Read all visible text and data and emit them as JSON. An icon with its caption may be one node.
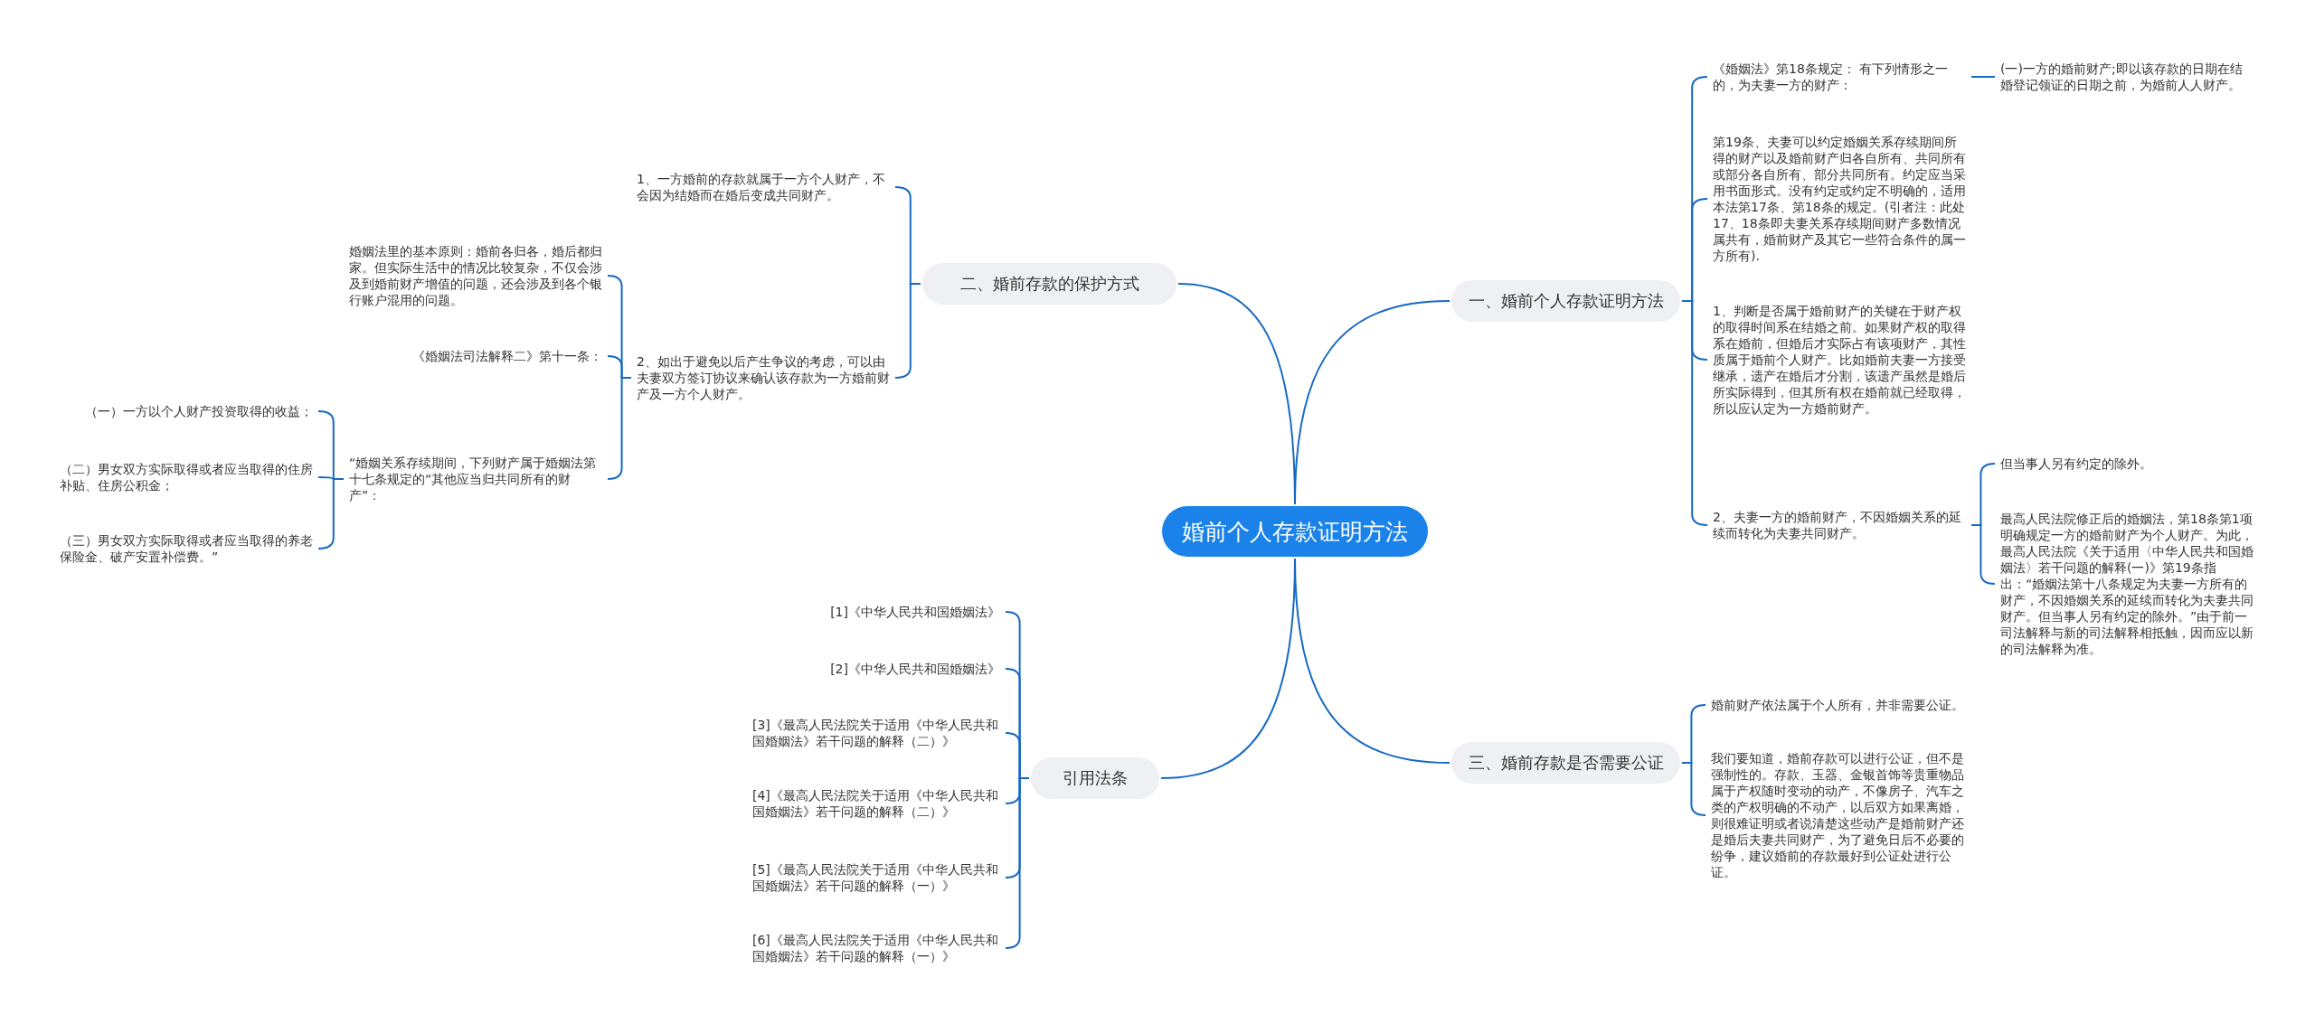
{
  "diagram": {
    "nodes": [
      {
        "text": [
          "婚前个人存款证明方法"
        ]
      },
      {
        "text": [
          "一、婚前个人存款证明方法"
        ]
      },
      {
        "text": [
          "二、婚前存款的保护方式"
        ]
      },
      {
        "text": [
          "三、婚前存款是否需要公证"
        ]
      },
      {
        "text": [
          "引用法条"
        ]
      },
      {
        "text": [
          "《婚姻法》第18条规定： 有下列情形之一的，为夫妻一方的财产："
        ]
      },
      {
        "text": [
          "(一)一方的婚前财产;即以该存款的日期在结婚登记领证的日期之前，为婚前人人财产。"
        ]
      },
      {
        "text": [
          "第19条、夫妻可以约定婚姻关系存续期间所得的财产以及婚前财产归各自所有、共同所有或部分各自所有、部分共同所有。约定应当采用书面形式。没有约定或约定不明确的，适用本法第17条、第18条的规定。(引者注：此处17、18条即夫妻关系存续期间财产多数情况属共有，婚前财产及其它一些符合条件的属一方所有)."
        ]
      },
      {
        "text": [
          "1、判断是否属于婚前财产的关键在于财产权的取得时间系在结婚之前。如果财产权的取得系在婚前，但婚后才实际占有该项财产，其性质属于婚前个人财产。比如婚前夫妻一方接受继承，遗产在婚后才分割，该遗产虽然是婚后所实际得到，但其所有权在婚前就已经取得，所以应认定为一方婚前财产。"
        ]
      },
      {
        "text": [
          "2、夫妻一方的婚前财产，不因婚姻关系的延续而转化为夫妻共同财产。"
        ]
      },
      {
        "text": [
          "但当事人另有约定的除外。"
        ]
      },
      {
        "text": [
          "最高人民法院修正后的婚姻法，第18条第1项明确规定一方的婚前财产为个人财产。为此，最高人民法院《关于适用〈中华人民共和国婚姻法〉若干问题的解释(一)》第19条指出：“婚姻法第十八条规定为夫妻一方所有的财产，不因婚姻关系的延续而转化为夫妻共同财产。但当事人另有约定的除外。”由于前一司法解释与新的司法解释相抵触，因而应以新的司法解释为准。"
        ]
      },
      {
        "text": [
          "1、一方婚前的存款就属于一方个人财产，不会因为结婚而在婚后变成共同财产。"
        ]
      },
      {
        "text": [
          "2、如出于避免以后产生争议的考虑，可以由夫妻双方签订协议来确认该存款为一方婚前财产及一方个人财产。"
        ]
      },
      {
        "text": [
          "婚姻法里的基本原则：婚前各归各，婚后都归家。但实际生活中的情况比较复杂，不仅会涉及到婚前财产增值的问题，还会涉及到各个银行账户混用的问题。"
        ]
      },
      {
        "text": [
          "《婚姻法司法解释二》第十一条："
        ]
      },
      {
        "text": [
          "“婚姻关系存续期间，下列财产属于婚姻法第十七条规定的“其他应当归共同所有的财产”："
        ]
      },
      {
        "text": [
          "（一）一方以个人财产投资取得的收益；"
        ]
      },
      {
        "text": [
          "（二）男女双方实际取得或者应当取得的住房补贴、住房公积金；"
        ]
      },
      {
        "text": [
          "（三）男女双方实际取得或者应当取得的养老保险金、破产安置补偿费。”"
        ]
      },
      {
        "text": [
          "婚前财产依法属于个人所有，并非需要公证。"
        ]
      },
      {
        "text": [
          "我们要知道，婚前存款可以进行公证，但不是强制性的。存款、玉器、金银首饰等贵重物品属于产权随时变动的动产，不像房子、汽车之类的产权明确的不动产，以后双方如果离婚，则很难证明或者说清楚这些动产是婚前财产还是婚后夫妻共同财产，为了避免日后不必要的纷争，建议婚前的存款最好到公证处进行公证。"
        ]
      },
      {
        "text": [
          "[1]《中华人民共和国婚姻法》"
        ]
      },
      {
        "text": [
          "[2]《中华人民共和国婚姻法》"
        ]
      },
      {
        "text": [
          "[3]《最高人民法院关于适用《中华人民共和国婚姻法》若干问题的解释（二）》"
        ]
      },
      {
        "text": [
          "[4]《最高人民法院关于适用《中华人民共和国婚姻法》若干问题的解释（二）》"
        ]
      },
      {
        "text": [
          "[5]《最高人民法院关于适用《中华人民共和国婚姻法》若干问题的解释（一）》"
        ]
      },
      {
        "text": [
          "[6]《最高人民法院关于适用《中华人民共和国婚姻法》若干问题的解释（一）》"
        ]
      }
    ],
    "edges": [
      {
        "from": 0,
        "to": 1,
        "arrow": "none"
      },
      {
        "from": 0,
        "to": 2,
        "arrow": "none"
      },
      {
        "from": 0,
        "to": 3,
        "arrow": "none"
      },
      {
        "from": 0,
        "to": 4,
        "arrow": "none"
      },
      {
        "from": 1,
        "to": 5,
        "arrow": "none"
      },
      {
        "from": 5,
        "to": 6,
        "arrow": "none"
      },
      {
        "from": 1,
        "to": 7,
        "arrow": "none"
      },
      {
        "from": 1,
        "to": 8,
        "arrow": "none"
      },
      {
        "from": 1,
        "to": 9,
        "arrow": "none"
      },
      {
        "from": 9,
        "to": 10,
        "arrow": "none"
      },
      {
        "from": 9,
        "to": 11,
        "arrow": "none"
      },
      {
        "from": 2,
        "to": 12,
        "arrow": "none"
      },
      {
        "from": 2,
        "to": 13,
        "arrow": "none"
      },
      {
        "from": 13,
        "to": 14,
        "arrow": "none"
      },
      {
        "from": 13,
        "to": 15,
        "arrow": "none"
      },
      {
        "from": 13,
        "to": 16,
        "arrow": "none"
      },
      {
        "from": 16,
        "to": 17,
        "arrow": "none"
      },
      {
        "from": 16,
        "to": 18,
        "arrow": "none"
      },
      {
        "from": 16,
        "to": 19,
        "arrow": "none"
      },
      {
        "from": 3,
        "to": 20,
        "arrow": "none"
      },
      {
        "from": 3,
        "to": 21,
        "arrow": "none"
      },
      {
        "from": 4,
        "to": 22,
        "arrow": "none"
      },
      {
        "from": 4,
        "to": 23,
        "arrow": "none"
      },
      {
        "from": 4,
        "to": 24,
        "arrow": "none"
      },
      {
        "from": 4,
        "to": 25,
        "arrow": "none"
      },
      {
        "from": 4,
        "to": 26,
        "arrow": "none"
      },
      {
        "from": 4,
        "to": 27,
        "arrow": "none"
      }
    ]
  }
}
